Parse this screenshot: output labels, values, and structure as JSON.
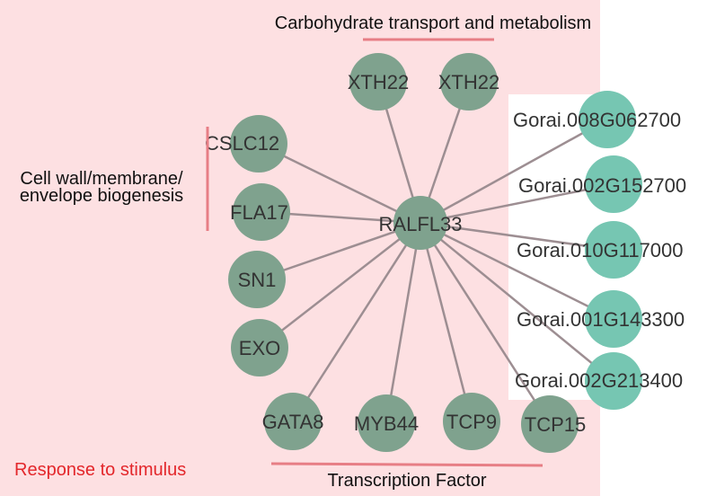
{
  "center": {
    "label": "RALFL33"
  },
  "groups": {
    "top": {
      "label": "Carbohydrate transport and metabolism"
    },
    "left": {
      "line1": "Cell wall/membrane/",
      "line2": "envelope biogenesis"
    },
    "bottom": {
      "label": "Transcription Factor"
    },
    "corner": {
      "label": "Response to stimulus"
    }
  },
  "nodes": [
    {
      "label": "XTH22"
    },
    {
      "label": "XTH22"
    },
    {
      "label": "CSLC12"
    },
    {
      "label": "FLA17"
    },
    {
      "label": "SN1"
    },
    {
      "label": "EXO"
    },
    {
      "label": "GATA8"
    },
    {
      "label": "MYB44"
    },
    {
      "label": "TCP9"
    },
    {
      "label": "TCP15"
    },
    {
      "label": "Gorai.008G062700"
    },
    {
      "label": "Gorai.002G152700"
    },
    {
      "label": "Gorai.010G117000"
    },
    {
      "label": "Gorai.001G143300"
    },
    {
      "label": "Gorai.002G213400"
    }
  ],
  "colors": {
    "background_region": "#fde0e2",
    "node_green": "#7fa28e",
    "node_teal": "#76c6b2",
    "edge": "#9d8e92",
    "accent_line": "#e77e85",
    "corner_text": "#e3272b"
  }
}
